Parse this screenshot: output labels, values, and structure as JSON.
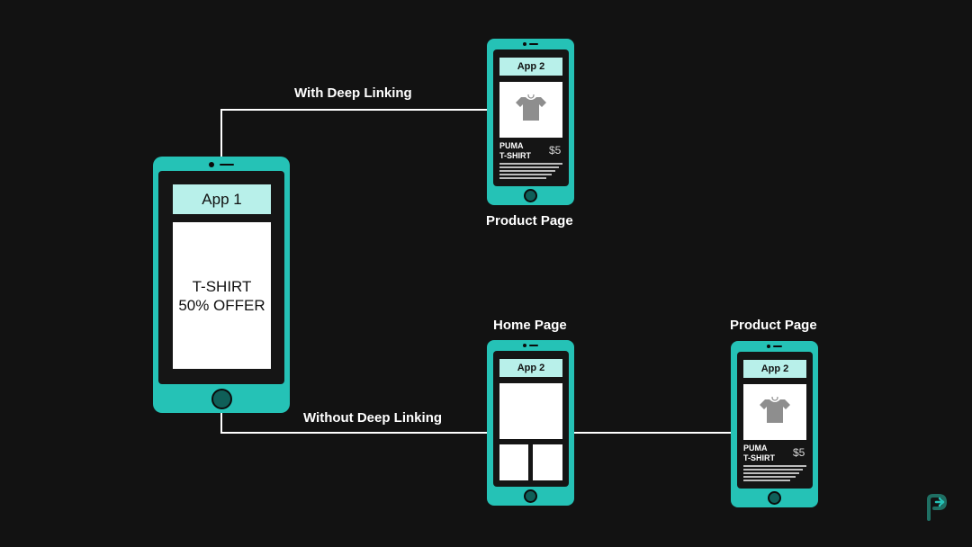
{
  "captions": {
    "with_deep_linking": "With Deep Linking",
    "without_deep_linking": "Without Deep Linking",
    "product_page_top": "Product Page",
    "home_page": "Home Page",
    "product_page_bottom": "Product Page"
  },
  "app1": {
    "title": "App 1",
    "offer_line1": "T-SHIRT",
    "offer_line2": "50% OFFER"
  },
  "app2_product_top": {
    "title": "App 2",
    "brand": "PUMA",
    "item": "T-SHIRT",
    "price": "$5"
  },
  "app2_home": {
    "title": "App 2"
  },
  "app2_product_bottom": {
    "title": "App 2",
    "brand": "PUMA",
    "item": "T-SHIRT",
    "price": "$5"
  },
  "colors": {
    "background": "#121212",
    "phone_body": "#25c2b6",
    "app_bar": "#b8f0ea",
    "connector": "#ffffff"
  },
  "icons": [
    "tshirt-icon",
    "brand-logo-icon"
  ]
}
